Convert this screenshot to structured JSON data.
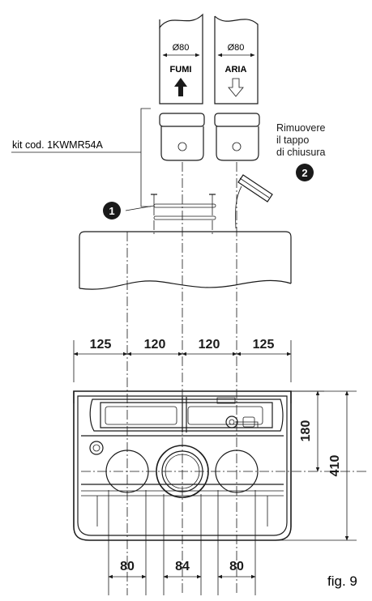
{
  "labels": {
    "pipe_left_diameter": "Ø80",
    "pipe_left_name": "FUMI",
    "pipe_right_diameter": "Ø80",
    "pipe_right_name": "ARIA",
    "kit": "kit cod. 1KWMR54A",
    "remove_line1": "Rimuovere",
    "remove_line2": "il tappo",
    "remove_line3": "di chiusura",
    "callout_1": "1",
    "callout_2": "2",
    "figure": "fig. 9"
  },
  "dimensions": {
    "top_row": [
      "125",
      "120",
      "120",
      "125"
    ],
    "bottom_row": [
      "80",
      "84",
      "80"
    ],
    "right_inner": "180",
    "right_outer": "410"
  }
}
